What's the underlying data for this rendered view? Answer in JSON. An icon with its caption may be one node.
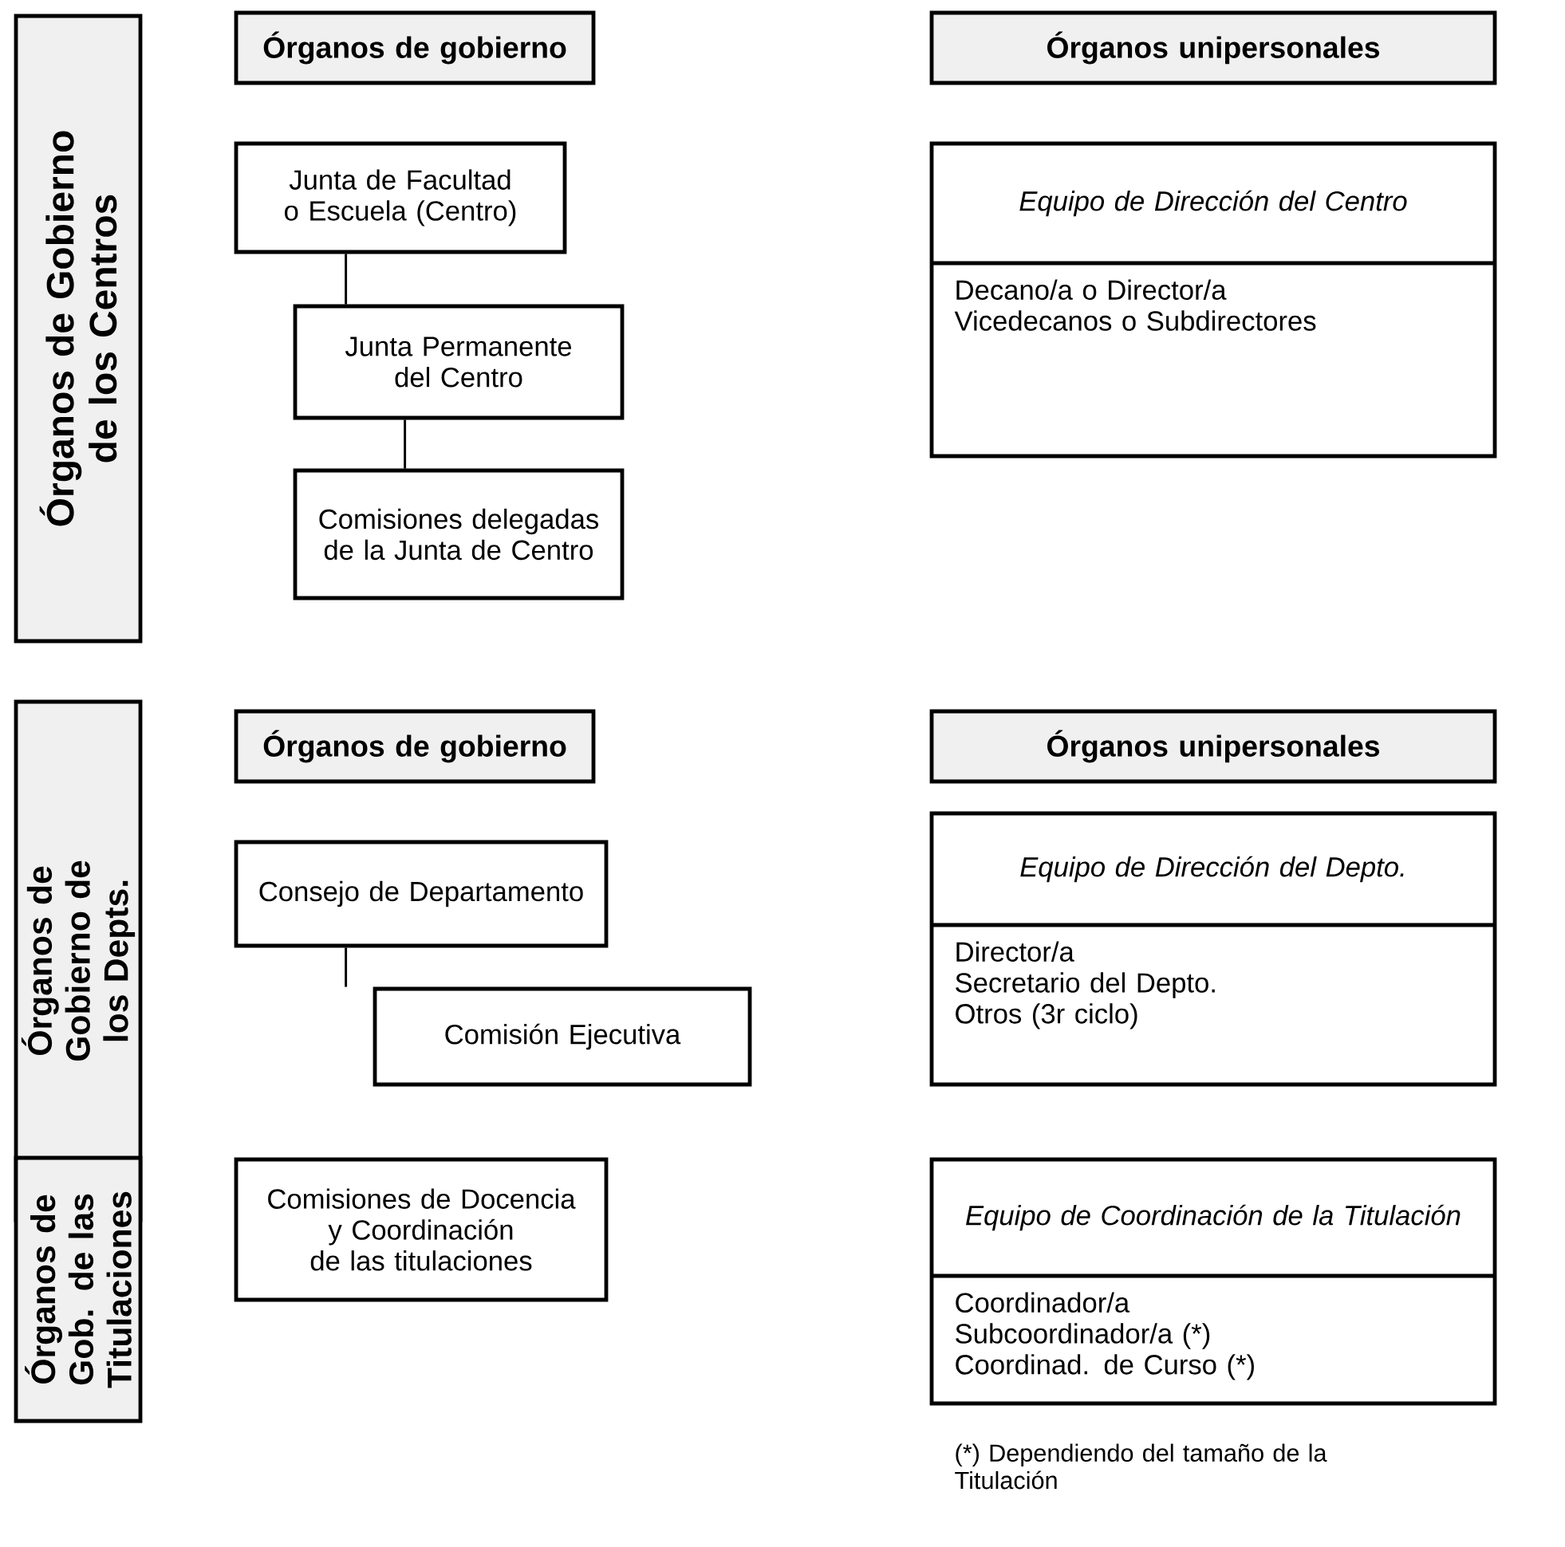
{
  "diagram": {
    "nodes": [
      {
        "text": [
          "Órganos de Gobierno de los Centros"
        ]
      },
      {
        "text": [
          "Órganos de gobierno"
        ]
      },
      {
        "text": [
          "Órganos unipersonales"
        ]
      },
      {
        "text": [
          "Junta de Facultad o Escuela (Centro)"
        ]
      },
      {
        "text": [
          "Junta Permanente del Centro"
        ]
      },
      {
        "text": [
          "Comisiones delegadas de la Junta de Centro"
        ]
      },
      {
        "text": [
          "Equipo de Dirección del Centro",
          "Decano/a o Director/a",
          "Vicedecanos o Subdirectores"
        ]
      },
      {
        "text": [
          "Órganos de Gobierno de los Depts."
        ]
      },
      {
        "text": [
          "Órganos de gobierno"
        ]
      },
      {
        "text": [
          "Órganos unipersonales"
        ]
      },
      {
        "text": [
          "Consejo de Departamento"
        ]
      },
      {
        "text": [
          "Comisión Ejecutiva"
        ]
      },
      {
        "text": [
          "Equipo de Dirección del Depto.",
          "Director/a",
          "Secretario del Depto.",
          "Otros (3r ciclo)"
        ]
      },
      {
        "text": [
          "Órganos de Gob. de las Titulaciones"
        ]
      },
      {
        "text": [
          "Comisiones de Docencia y Coordinación de las titulaciones"
        ]
      },
      {
        "text": [
          "Equipo de Coordinación de la Titulación",
          "Coordinador/a",
          "Subcoordinador/a (*)",
          "Coordinad. de Curso (*)"
        ]
      }
    ],
    "edges": [
      {
        "from": 3,
        "to": 4,
        "arrow": "none"
      },
      {
        "from": 4,
        "to": 5,
        "arrow": "none"
      },
      {
        "from": 10,
        "to": 11,
        "arrow": "none"
      }
    ],
    "labels": [
      "(*) Dependiendo del tamaño de la Titulación"
    ]
  }
}
